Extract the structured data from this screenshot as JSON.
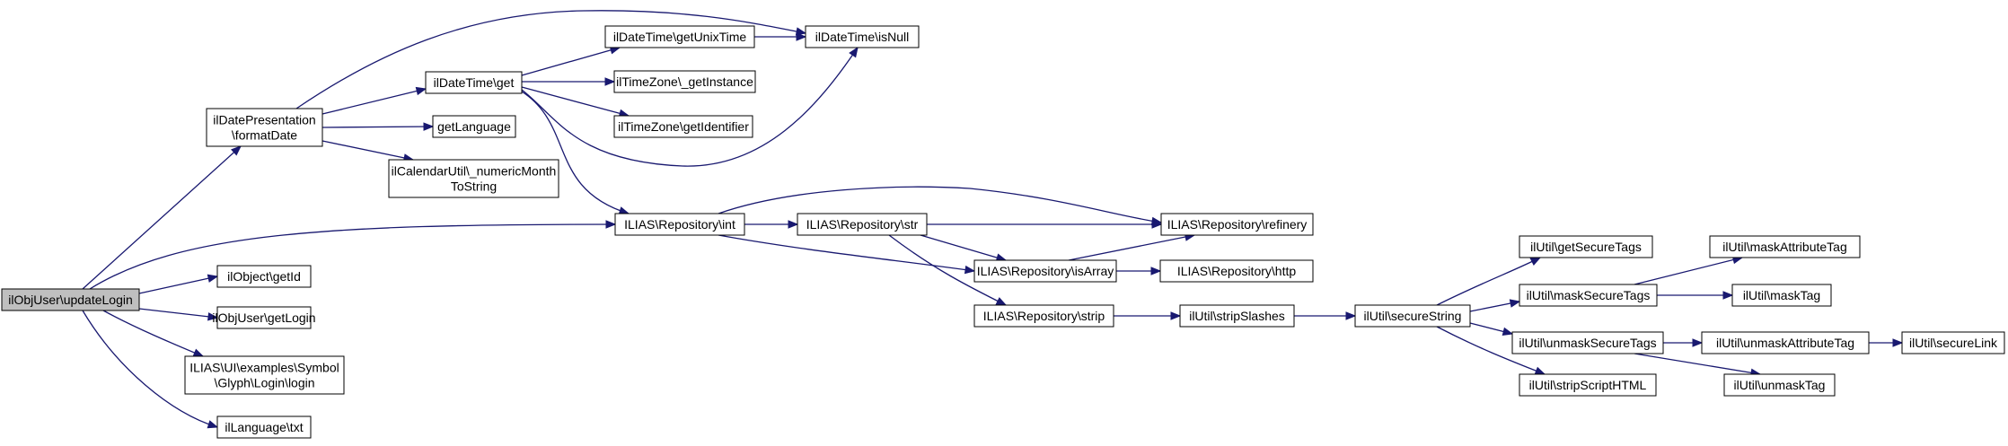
{
  "graph": {
    "title": "",
    "edge_color": "#191970",
    "root_fill": "#bfbfbf",
    "node_fill": "#ffffff",
    "nodes": [
      {
        "id": "updateLogin",
        "lines": [
          "ilObjUser\\updateLogin"
        ],
        "root": true
      },
      {
        "id": "formatDate",
        "lines": [
          "ilDatePresentation",
          "\\formatDate"
        ]
      },
      {
        "id": "getId",
        "lines": [
          "ilObject\\getId"
        ]
      },
      {
        "id": "getLogin",
        "lines": [
          "ilObjUser\\getLogin"
        ]
      },
      {
        "id": "glyphLogin",
        "lines": [
          "ILIAS\\UI\\examples\\Symbol",
          "\\Glyph\\Login\\login"
        ]
      },
      {
        "id": "txt",
        "lines": [
          "ilLanguage\\txt"
        ]
      },
      {
        "id": "repoInt",
        "lines": [
          "ILIAS\\Repository\\int"
        ]
      },
      {
        "id": "dtGet",
        "lines": [
          "ilDateTime\\get"
        ]
      },
      {
        "id": "getLanguage",
        "lines": [
          "getLanguage"
        ]
      },
      {
        "id": "numericMonth",
        "lines": [
          "ilCalendarUtil\\_numericMonth",
          "ToString"
        ]
      },
      {
        "id": "isNull",
        "lines": [
          "ilDateTime\\isNull"
        ]
      },
      {
        "id": "getUnixTime",
        "lines": [
          "ilDateTime\\getUnixTime"
        ]
      },
      {
        "id": "tzGetInstance",
        "lines": [
          "ilTimeZone\\_getInstance"
        ]
      },
      {
        "id": "tzGetIdentifier",
        "lines": [
          "ilTimeZone\\getIdentifier"
        ]
      },
      {
        "id": "repoStr",
        "lines": [
          "ILIAS\\Repository\\str"
        ]
      },
      {
        "id": "refinery",
        "lines": [
          "ILIAS\\Repository\\refinery"
        ]
      },
      {
        "id": "isArray",
        "lines": [
          "ILIAS\\Repository\\isArray"
        ]
      },
      {
        "id": "repoStrip",
        "lines": [
          "ILIAS\\Repository\\strip"
        ]
      },
      {
        "id": "repoHttp",
        "lines": [
          "ILIAS\\Repository\\http"
        ]
      },
      {
        "id": "stripSlashes",
        "lines": [
          "ilUtil\\stripSlashes"
        ]
      },
      {
        "id": "secureString",
        "lines": [
          "ilUtil\\secureString"
        ]
      },
      {
        "id": "getSecureTags",
        "lines": [
          "ilUtil\\getSecureTags"
        ]
      },
      {
        "id": "maskSecureTags",
        "lines": [
          "ilUtil\\maskSecureTags"
        ]
      },
      {
        "id": "unmaskSecureTags",
        "lines": [
          "ilUtil\\unmaskSecureTags"
        ]
      },
      {
        "id": "stripScriptHTML",
        "lines": [
          "ilUtil\\stripScriptHTML"
        ]
      },
      {
        "id": "maskAttributeTag",
        "lines": [
          "ilUtil\\maskAttributeTag"
        ]
      },
      {
        "id": "maskTag",
        "lines": [
          "ilUtil\\maskTag"
        ]
      },
      {
        "id": "unmaskAttributeTag",
        "lines": [
          "ilUtil\\unmaskAttributeTag"
        ]
      },
      {
        "id": "unmaskTag",
        "lines": [
          "ilUtil\\unmaskTag"
        ]
      },
      {
        "id": "secureLink",
        "lines": [
          "ilUtil\\secureLink"
        ]
      }
    ],
    "edges": [
      {
        "from": "updateLogin",
        "to": "formatDate"
      },
      {
        "from": "updateLogin",
        "to": "getId"
      },
      {
        "from": "updateLogin",
        "to": "getLogin"
      },
      {
        "from": "updateLogin",
        "to": "glyphLogin"
      },
      {
        "from": "updateLogin",
        "to": "txt"
      },
      {
        "from": "updateLogin",
        "to": "repoInt"
      },
      {
        "from": "formatDate",
        "to": "isNull"
      },
      {
        "from": "formatDate",
        "to": "dtGet"
      },
      {
        "from": "formatDate",
        "to": "getLanguage"
      },
      {
        "from": "formatDate",
        "to": "numericMonth"
      },
      {
        "from": "dtGet",
        "to": "getUnixTime"
      },
      {
        "from": "dtGet",
        "to": "tzGetInstance"
      },
      {
        "from": "dtGet",
        "to": "tzGetIdentifier"
      },
      {
        "from": "dtGet",
        "to": "isNull"
      },
      {
        "from": "dtGet",
        "to": "repoInt"
      },
      {
        "from": "getUnixTime",
        "to": "isNull"
      },
      {
        "from": "repoInt",
        "to": "repoStr"
      },
      {
        "from": "repoInt",
        "to": "refinery"
      },
      {
        "from": "repoInt",
        "to": "isArray"
      },
      {
        "from": "repoStr",
        "to": "refinery"
      },
      {
        "from": "repoStr",
        "to": "isArray"
      },
      {
        "from": "repoStr",
        "to": "repoStrip"
      },
      {
        "from": "isArray",
        "to": "refinery"
      },
      {
        "from": "isArray",
        "to": "repoHttp"
      },
      {
        "from": "repoStrip",
        "to": "stripSlashes"
      },
      {
        "from": "stripSlashes",
        "to": "secureString"
      },
      {
        "from": "secureString",
        "to": "getSecureTags"
      },
      {
        "from": "secureString",
        "to": "maskSecureTags"
      },
      {
        "from": "secureString",
        "to": "unmaskSecureTags"
      },
      {
        "from": "secureString",
        "to": "stripScriptHTML"
      },
      {
        "from": "maskSecureTags",
        "to": "maskAttributeTag"
      },
      {
        "from": "maskSecureTags",
        "to": "maskTag"
      },
      {
        "from": "unmaskSecureTags",
        "to": "unmaskAttributeTag"
      },
      {
        "from": "unmaskSecureTags",
        "to": "unmaskTag"
      },
      {
        "from": "unmaskAttributeTag",
        "to": "secureLink"
      }
    ]
  }
}
